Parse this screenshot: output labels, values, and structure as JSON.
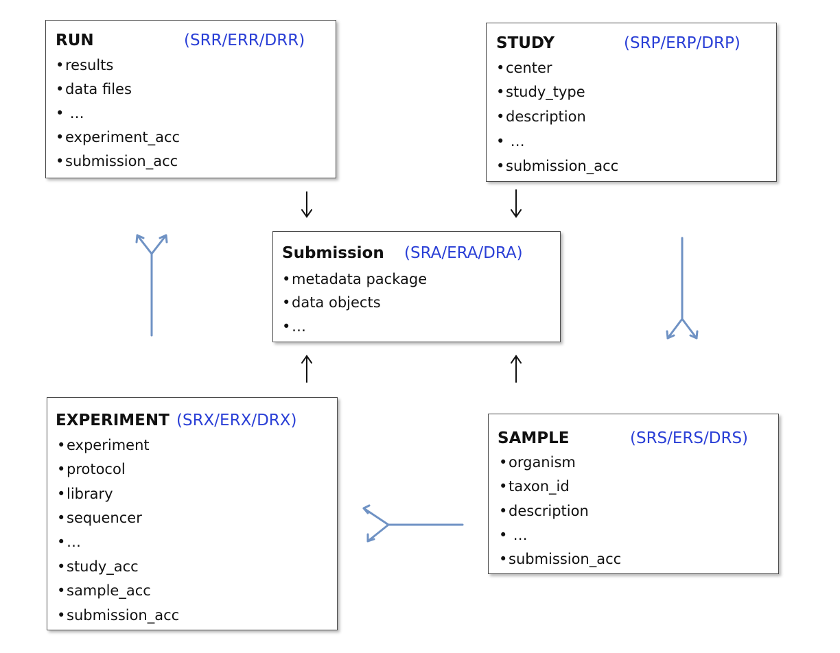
{
  "run": {
    "title": "RUN",
    "accession": "(SRR/ERR/DRR)",
    "items": [
      "results",
      "data files",
      " …",
      "experiment_acc",
      "submission_acc"
    ]
  },
  "study": {
    "title": "STUDY",
    "accession": "(SRP/ERP/DRP)",
    "items": [
      "center",
      "study_type",
      "description",
      " …",
      "submission_acc"
    ]
  },
  "submission": {
    "title": "Submission",
    "accession": "(SRA/ERA/DRA)",
    "items": [
      "metadata package",
      "data objects",
      "…"
    ]
  },
  "experiment": {
    "title": "EXPERIMENT",
    "accession": "(SRX/ERX/DRX)",
    "items": [
      "experiment",
      "protocol",
      "library",
      "sequencer",
      "…",
      "study_acc",
      "sample_acc",
      "submission_acc"
    ]
  },
  "sample": {
    "title": "SAMPLE",
    "accession": "(SRS/ERS/DRS)",
    "items": [
      "organism",
      "taxon_id",
      "description",
      " …",
      "submission_acc"
    ]
  },
  "colors": {
    "accession_text": "#2a3fd6",
    "flow_arrow": "#6f92c4",
    "link_arrow": "#111111",
    "box_border": "#4a4a4a"
  },
  "bullet_glyph": "•"
}
